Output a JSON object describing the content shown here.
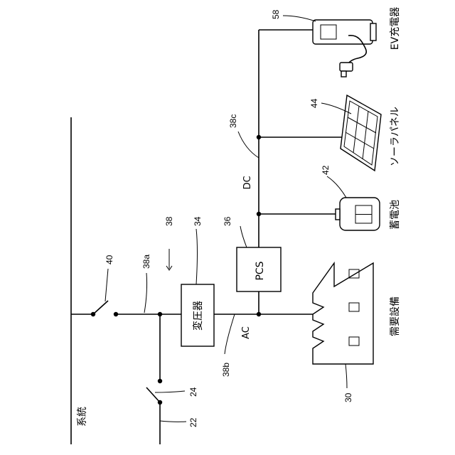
{
  "labels": {
    "grid": "系統",
    "transformer": "変圧器",
    "pcs": "PCS",
    "facility": "需要設備",
    "battery": "蓄電池",
    "solar": "ソーラパネル",
    "ev": "EV充電器",
    "ac": "AC",
    "dc": "DC"
  },
  "refs": {
    "r22": "22",
    "r24": "24",
    "r30": "30",
    "r34": "34",
    "r36": "36",
    "r38": "38",
    "r38a": "38a",
    "r38b": "38b",
    "r38c": "38c",
    "r40": "40",
    "r42": "42",
    "r44": "44",
    "r58": "58"
  }
}
